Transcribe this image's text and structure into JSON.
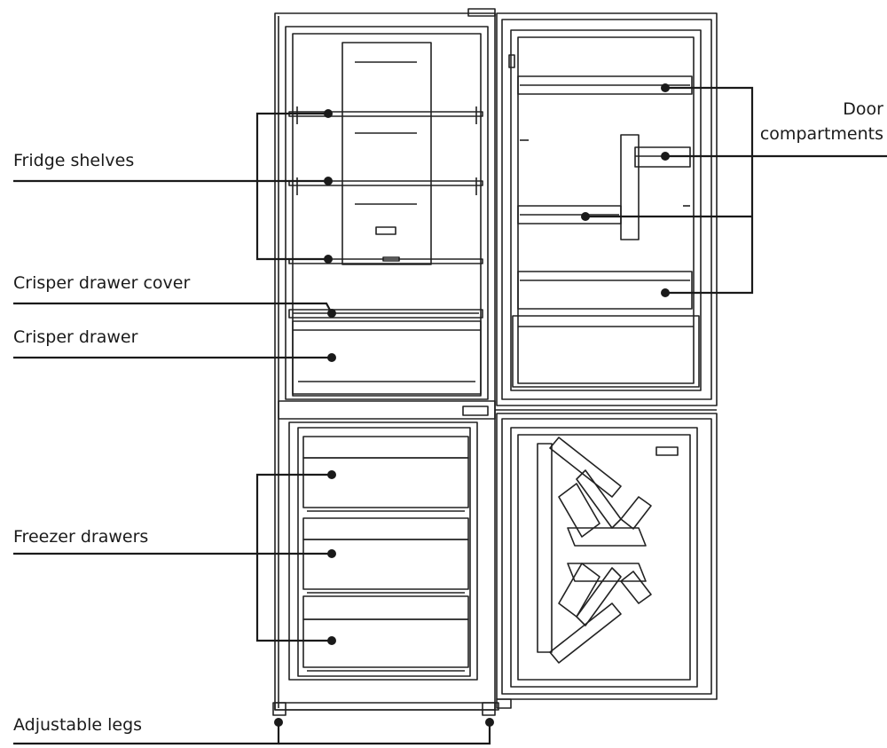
{
  "labels": {
    "fridge_shelves": "Fridge shelves",
    "crisper_drawer_cover": "Crisper drawer cover",
    "crisper_drawer": "Crisper drawer",
    "freezer_drawers": "Freezer drawers",
    "adjustable_legs": "Adjustable legs",
    "door_compartments_line1": "Door",
    "door_compartments_line2": "compartments"
  },
  "colors": {
    "line": "#1a1a1a",
    "background": "#ffffff"
  }
}
